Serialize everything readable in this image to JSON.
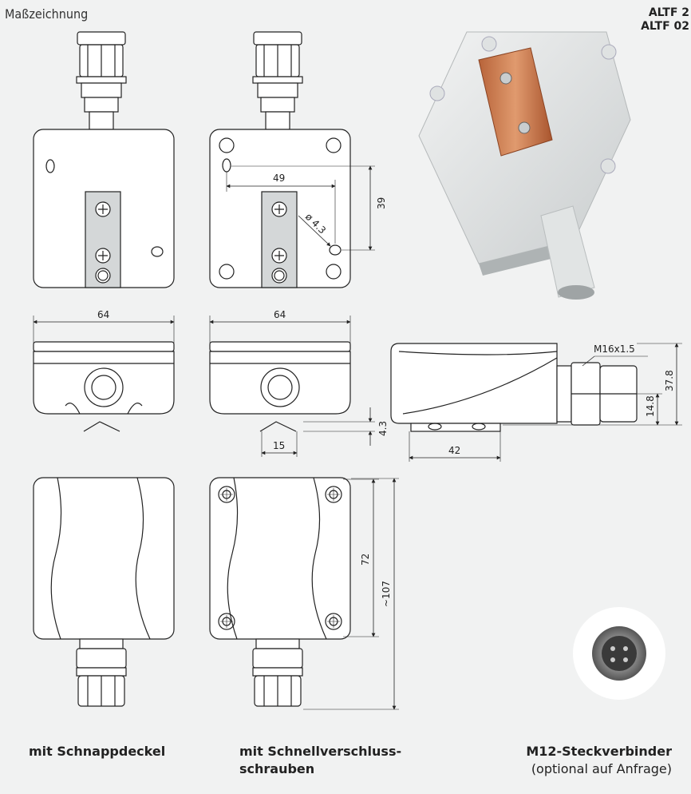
{
  "header": {
    "title": "Maßzeichnung",
    "models": [
      "ALTF 2",
      "ALTF 02"
    ]
  },
  "dimensions": {
    "hole_spacing": "49",
    "hole_vertical": "39",
    "hole_diameter": "ø 4.3",
    "width_top": "64",
    "width_top_2": "64",
    "thread": "M16x1.5",
    "height_total": "37.8",
    "height_fitting": "14.8",
    "depth": "42",
    "clip_height": "4.3",
    "clip_width": "15",
    "height_body": "72",
    "height_total_length": "~107"
  },
  "captions": {
    "snap_lid": "mit Schnappdeckel",
    "quick_screws_line1": "mit Schnellverschluss-",
    "quick_screws_line2": "schrauben",
    "connector_title": "M12-Steckverbinder",
    "connector_note": "(optional auf Anfrage)"
  }
}
